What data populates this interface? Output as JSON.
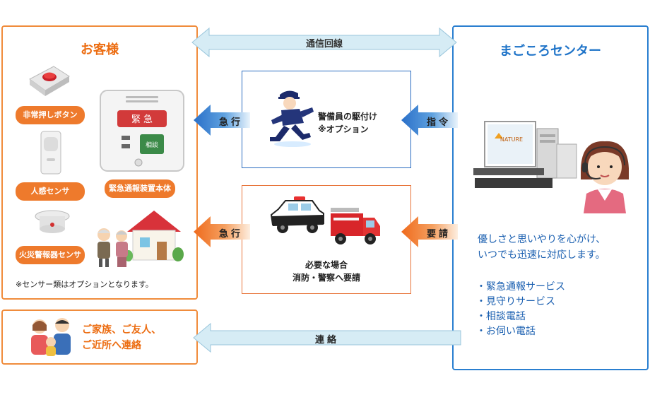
{
  "customer": {
    "title": "お客様",
    "emergency_button_label": "非常押しボタン",
    "motion_sensor_label": "人感センサ",
    "fire_alarm_label": "火災警報器センサ",
    "main_unit_label": "緊急通報装置本体",
    "main_unit_screen": "緊 急",
    "main_unit_button": "相談",
    "sensor_note": "※センサー類はオプションとなります。"
  },
  "center": {
    "title": "まごころセンター",
    "monitor_brand": "NATURE",
    "description": [
      "優しさと思いやりを心がけ、",
      "いつでも迅速に対応します。"
    ],
    "services": [
      "・緊急通報サービス",
      "・見守りサービス",
      "・相談電話",
      "・お伺い電話"
    ]
  },
  "guard_box": {
    "text": [
      "警備員の駆付け",
      "※オプション"
    ]
  },
  "emergency_box": {
    "text": [
      "必要な場合",
      "消防・警察へ要請"
    ]
  },
  "family": {
    "text": [
      "ご家族、ご友人、",
      "ご近所へ連絡"
    ]
  },
  "arrows": {
    "communication": "通信回線",
    "rush_top": "急行",
    "command": "指令",
    "rush_bottom": "急行",
    "request": "要請",
    "contact": "連絡"
  },
  "colors": {
    "orange": "#f08c3c",
    "blue": "#2a7fd0",
    "light_blue_arrow": "#d6ecf5",
    "blue_arrow": "#2a73c8",
    "orange_arrow": "#f07a2a"
  }
}
